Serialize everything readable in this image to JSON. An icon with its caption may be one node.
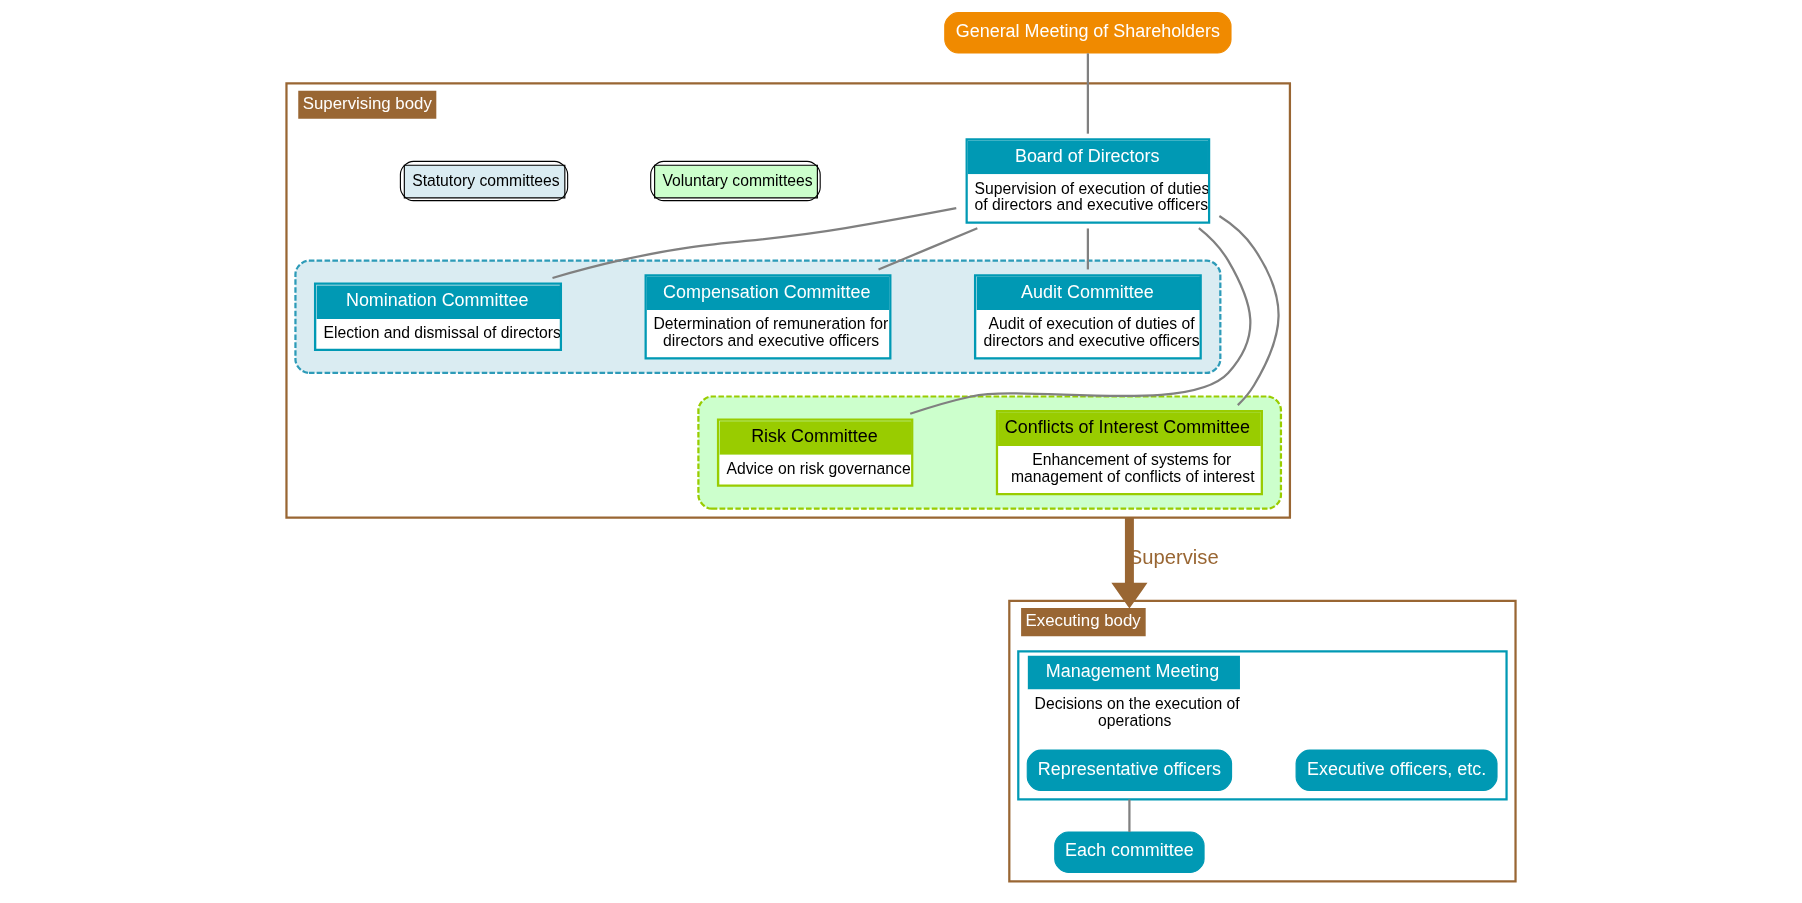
{
  "diagram": {
    "nodes": [
      {
        "text": [
          "General Meeting of Shareholders"
        ]
      },
      {
        "text": [
          "Supervising body"
        ]
      },
      {
        "text": [
          "Board of Directors",
          "Supervision of execution of duties of directors and executive officers"
        ],
        "in": 1
      },
      {
        "text": [],
        "shape": "box",
        "in": 1
      },
      {
        "text": [
          "Nomination Committee",
          "Election and dismissal of directors"
        ],
        "in": 3
      },
      {
        "text": [
          "Compensation Committee",
          "Determination of remuneration for directors and executive officers"
        ],
        "in": 3
      },
      {
        "text": [
          "Audit Committee",
          "Audit of execution of duties of directors and executive officers"
        ],
        "in": 3
      },
      {
        "text": [],
        "shape": "box",
        "in": 1
      },
      {
        "text": [
          "Risk Committee",
          "Advice on risk governance"
        ],
        "in": 7
      },
      {
        "text": [
          "Conflicts of Interest Committee",
          "Enhancement of systems for management of conflicts of interest"
        ],
        "in": 7
      },
      {
        "text": [
          "Executing body"
        ]
      },
      {
        "text": [
          "Management Meeting",
          "Decisions on the execution of operations"
        ],
        "in": 10
      },
      {
        "text": [
          "Representative officers"
        ],
        "in": 11
      },
      {
        "text": [
          "Executive officers, etc."
        ],
        "in": 11
      },
      {
        "text": [
          "Each committee"
        ],
        "in": 10
      }
    ],
    "edges": [
      {
        "from": 0,
        "to": 2,
        "arrow": "none"
      },
      {
        "from": 2,
        "to": 4,
        "arrow": "none"
      },
      {
        "from": 2,
        "to": 5,
        "arrow": "none"
      },
      {
        "from": 2,
        "to": 6,
        "arrow": "none"
      },
      {
        "from": 2,
        "to": 8,
        "arrow": "none"
      },
      {
        "from": 2,
        "to": 9,
        "arrow": "none"
      },
      {
        "from": 1,
        "to": 10,
        "arrow": "to",
        "label": "Supervise",
        "style": "thick",
        "color": "#996633"
      },
      {
        "from": 11,
        "to": 14,
        "arrow": "none"
      }
    ],
    "legend": [
      {
        "text": "Statutory committees",
        "color": "#daecf2"
      },
      {
        "text": "Voluntary committees",
        "color": "#ccffcc"
      }
    ]
  }
}
